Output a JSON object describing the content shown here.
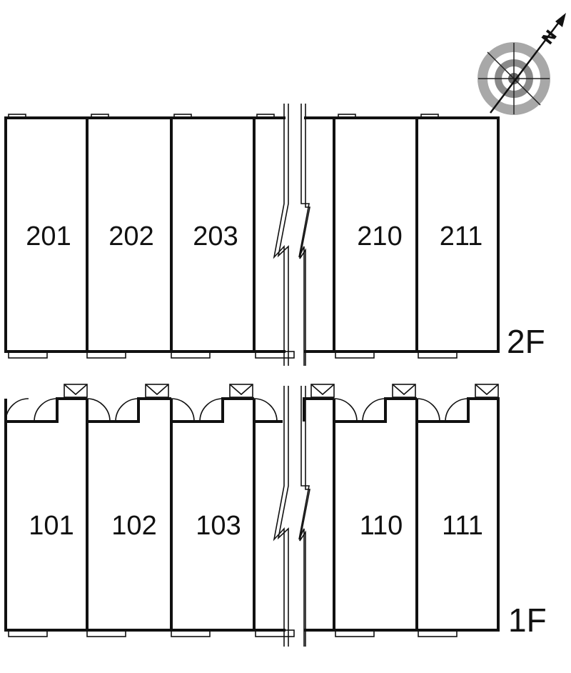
{
  "floors": [
    {
      "label": "2F",
      "units": [
        "201",
        "202",
        "203",
        "210",
        "211"
      ]
    },
    {
      "label": "1F",
      "units": [
        "101",
        "102",
        "103",
        "110",
        "111"
      ]
    }
  ],
  "compass": {
    "north_label": "N",
    "icon": "north-arrow-compass-icon"
  }
}
